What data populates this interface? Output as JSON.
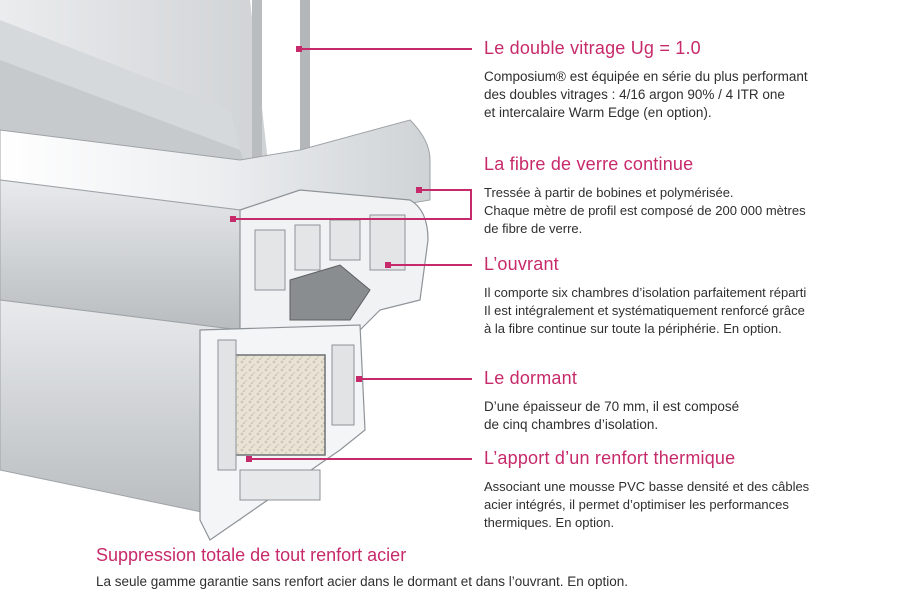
{
  "accent_color": "#c72a6a",
  "callouts": [
    {
      "title": "Le double vitrage Ug = 1.0",
      "lines": [
        "Composium® est équipée en série du plus performant",
        "des doubles vitrages : 4/16 argon 90% / 4 ITR one",
        "et intercalaire Warm Edge (en option)."
      ]
    },
    {
      "title": "La fibre de verre continue",
      "lines": [
        "Tressée à partir de bobines et polymérisée.",
        "Chaque mètre de profil est composé de 200 000 mètres",
        "de fibre de verre."
      ]
    },
    {
      "title": "L’ouvrant",
      "lines": [
        "Il comporte six chambres d’isolation parfaitement réparti",
        "Il est intégralement et systématiquement renforcé grâce",
        "à la fibre continue sur toute la périphérie. En option."
      ]
    },
    {
      "title": "Le dormant",
      "lines": [
        "D’une épaisseur de 70 mm, il est composé",
        "de cinq chambres d’isolation."
      ]
    },
    {
      "title": "L’apport d’un renfort thermique",
      "lines": [
        "Associant une mousse PVC basse densité et des câbles",
        "acier intégrés, il permet d’optimiser les performances",
        "thermiques. En option."
      ]
    }
  ],
  "bottom": {
    "title": "Suppression totale de tout renfort acier",
    "body": "La seule gamme garantie sans renfort acier dans le dormant et dans l’ouvrant. En option."
  }
}
